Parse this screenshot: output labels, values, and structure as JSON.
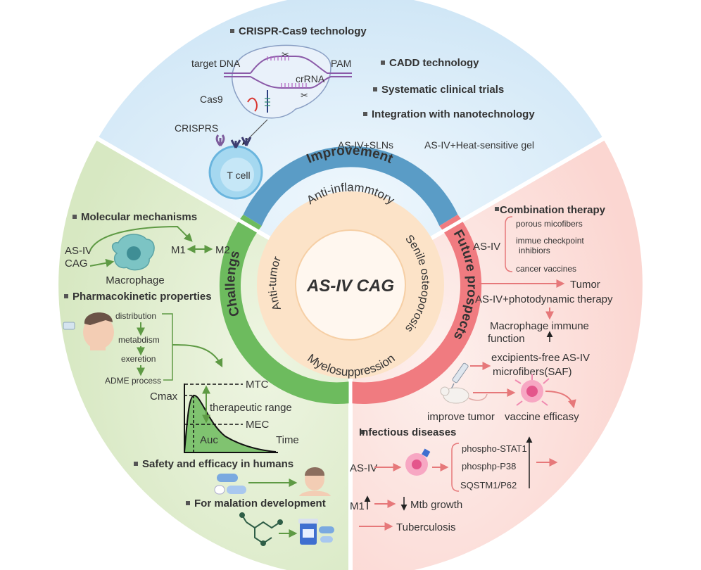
{
  "center": {
    "title": "AS-IV  CAG"
  },
  "ring": {
    "top": "Anti-inflammtory",
    "right": "Senile osteoporosis",
    "bottom": "Myelosuppression",
    "left": "Anti-tumor"
  },
  "bands": {
    "improvement": "Improvement",
    "challengs": "Challengs",
    "future": "Future prospects"
  },
  "improvement": {
    "heading_crispr": "CRISPR-Cas9 technology",
    "target_dna": "target DNA",
    "pam": "PAM",
    "crrna": "crRNA",
    "cas9": "Cas9",
    "crisprs": "CRISPRS",
    "t_cell": "T cell",
    "cadd": "CADD technology",
    "trials": "Systematic clinical trials",
    "nano": "Integration with nanotechnology",
    "sln": "AS-IV+SLNs",
    "gel": "AS-IV+Heat-sensitive gel"
  },
  "challengs": {
    "molecular": "Molecular mechanisms",
    "asiv": "AS-IV",
    "cag": "CAG",
    "macrophage": "Macrophage",
    "m1": "M1",
    "m2": "M2",
    "pk": "Pharmacokinetic properties",
    "distribution": "distribution",
    "metabolism": "metabdism",
    "excretion": "exeretion",
    "adme": "ADME process",
    "mtc": "MTC",
    "cmax": "Cmax",
    "therapeutic": "therapeutic range",
    "mec": "MEC",
    "auc": "Auc",
    "time": "Time",
    "safety": "Safety and efficacy in humans",
    "formulation": "For malation development"
  },
  "future": {
    "combination": "Combination therapy",
    "asiv": "AS-IV",
    "porous": "porous micofibers",
    "checkpoint_1": "immue checkpoint",
    "checkpoint_2": "inhibiors",
    "vaccines": "cancer vaccines",
    "tumor": "Tumor",
    "pdt": "AS-IV+photodynamic therapy",
    "macro_1": "Macrophage immune",
    "macro_2": "function",
    "saf_1": "excipients-free AS-IV",
    "saf_2": "microfibers(SAF)",
    "improve": "improve tumor",
    "vaccine_eff": "vaccine efficasy",
    "infectious": "Infectious  diseases",
    "asiv2": "AS-IV",
    "stat1": "phospho-STAT1",
    "p38": "phosphp-P38",
    "sqstm": "SQSTM1/P62",
    "m1": "M1",
    "mtb": "Mtb growth",
    "tb": "Tuberculosis"
  },
  "colors": {
    "improvement_band": "#5a9cc6",
    "challengs_band": "#6dbb5e",
    "future_band": "#f07b80",
    "ring_fill": "#fce3c8",
    "sector_top": "#d6eaf7",
    "sector_left": "#dfeccd",
    "sector_right": "#fde0dc",
    "green_arrow": "#5e9a44",
    "red_arrow": "#e6787a"
  }
}
